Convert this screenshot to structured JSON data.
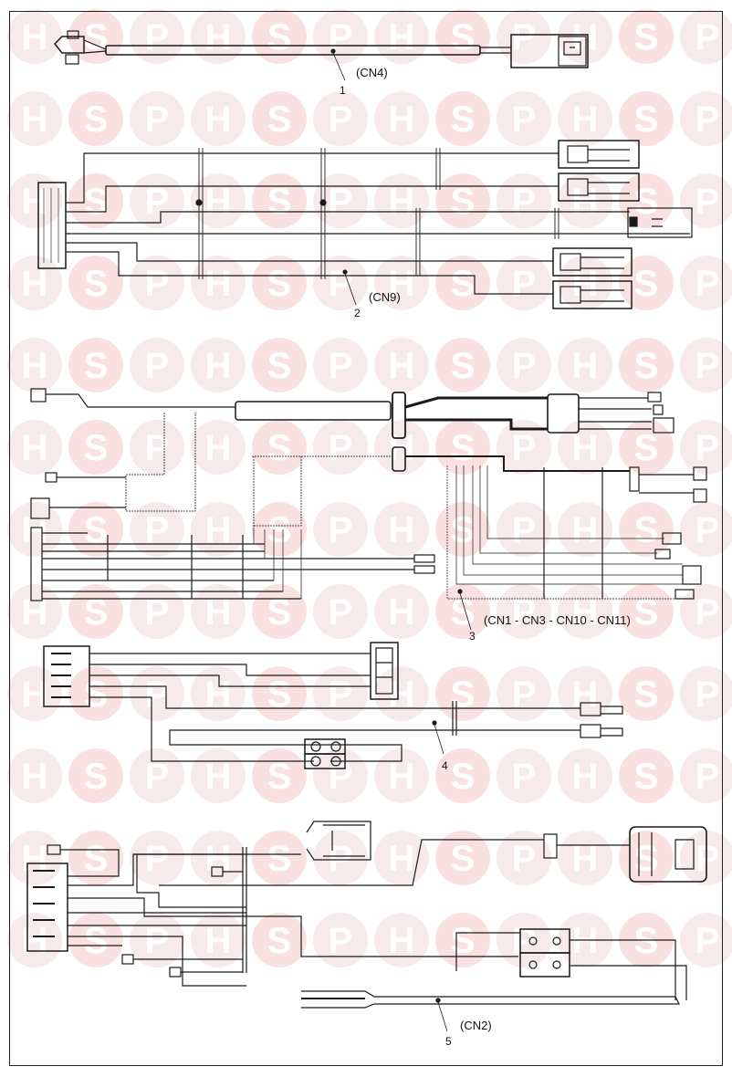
{
  "watermark": {
    "letters": [
      "H",
      "S",
      "P"
    ],
    "circle_color": "#f1d8d8",
    "accent_circle_color": "#f4c8c8",
    "letter_color": "#ffffff"
  },
  "parts": [
    {
      "number": "1",
      "connector": "(CN4)"
    },
    {
      "number": "2",
      "connector": "(CN9)"
    },
    {
      "number": "3",
      "connector": "(CN1 - CN3 - CN10 - CN11)"
    },
    {
      "number": "4",
      "connector": ""
    },
    {
      "number": "5",
      "connector": "(CN2)"
    }
  ],
  "colors": {
    "line": "#1a1a1a",
    "frame": "#222222"
  }
}
